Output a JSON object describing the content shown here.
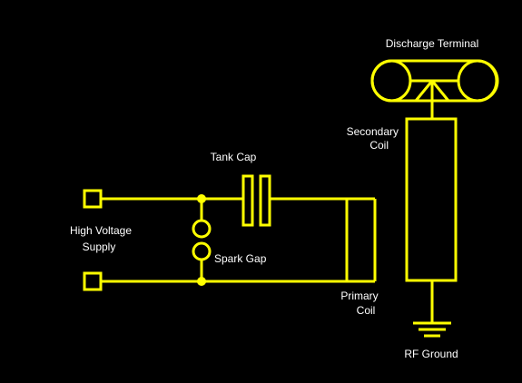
{
  "colors": {
    "background": "#000000",
    "wire": "#ffff00",
    "label": "#ffffff"
  },
  "labels": {
    "discharge_terminal": "Discharge Terminal",
    "secondary_coil_line1": "Secondary",
    "secondary_coil_line2": "Coil",
    "tank_cap": "Tank Cap",
    "hv_supply_line1": "High Voltage",
    "hv_supply_line2": "Supply",
    "spark_gap": "Spark Gap",
    "primary_coil_line1": "Primary",
    "primary_coil_line2": "Coil",
    "rf_ground": "RF Ground"
  }
}
